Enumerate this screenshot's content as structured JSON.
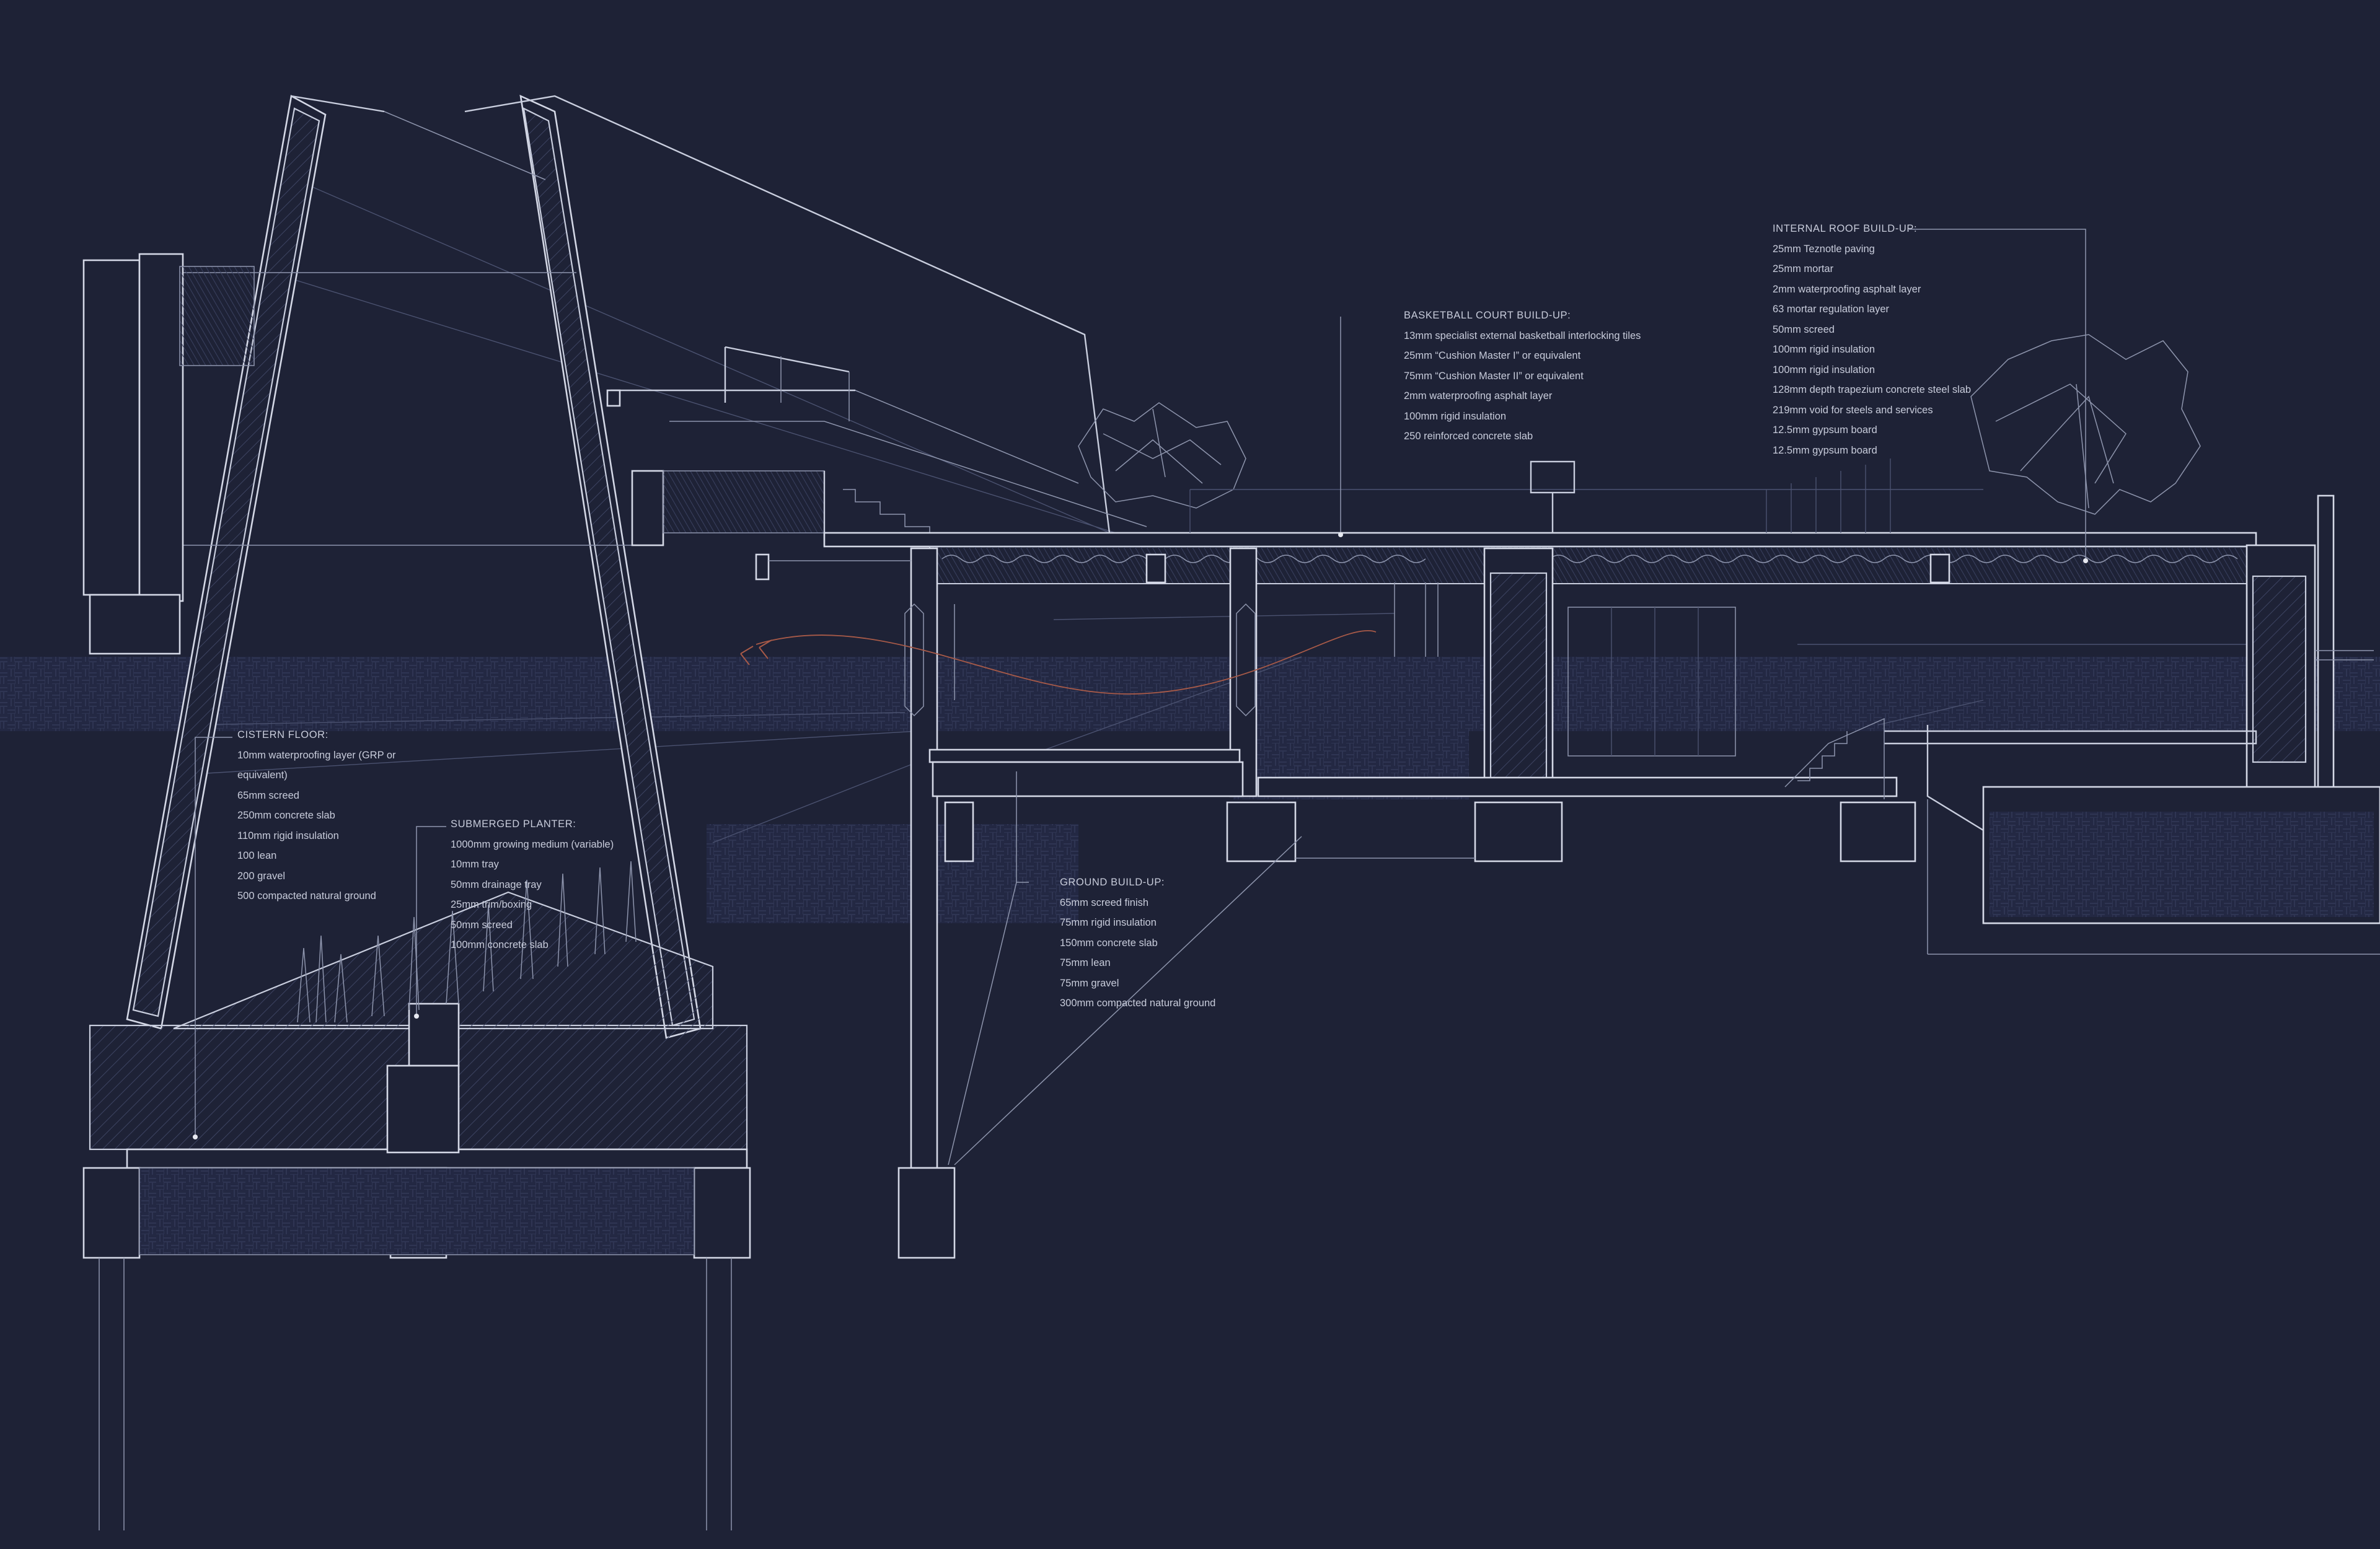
{
  "colors": {
    "background": "#1e2236",
    "linework": "#c9cede",
    "text": "#c8ccdb",
    "airflow_arrow": "#a85a48"
  },
  "annotations": {
    "internal_roof": {
      "title": "INTERNAL ROOF BUILD-UP:",
      "layers": [
        "25mm Teznotle paving",
        "25mm mortar",
        "2mm waterproofing asphalt layer",
        "63 mortar regulation layer",
        "50mm screed",
        "100mm rigid insulation",
        "100mm rigid insulation",
        "128mm depth trapezium concrete steel slab",
        "219mm void for steels and services",
        "12.5mm gypsum board",
        "12.5mm gypsum board"
      ]
    },
    "basketball_court": {
      "title": "BASKETBALL COURT BUILD-UP:",
      "layers": [
        "13mm specialist external basketball interlocking tiles",
        "25mm “Cushion Master I” or equivalent",
        "75mm “Cushion Master II” or equivalent",
        "2mm waterproofing asphalt layer",
        "100mm rigid insulation",
        "250 reinforced concrete slab"
      ]
    },
    "cistern_floor": {
      "title": "CISTERN FLOOR:",
      "layers": [
        "10mm  waterproofing  layer  (GRP  or equivalent)",
        "65mm screed",
        "250mm concrete slab",
        "110mm rigid insulation",
        "100 lean",
        "200 gravel",
        "500 compacted natural ground"
      ]
    },
    "submerged_planter": {
      "title": "SUBMERGED PLANTER:",
      "layers": [
        "1000mm growing medium (variable)",
        "10mm tray",
        "50mm drainage tray",
        "25mm trim/boxing",
        "50mm screed",
        "100mm concrete slab"
      ]
    },
    "ground": {
      "title": "GROUND BUILD-UP:",
      "layers": [
        "65mm screed finish",
        "75mm rigid insulation",
        "150mm concrete slab",
        "75mm lean",
        "75mm gravel",
        "300mm compacted natural ground"
      ]
    }
  }
}
